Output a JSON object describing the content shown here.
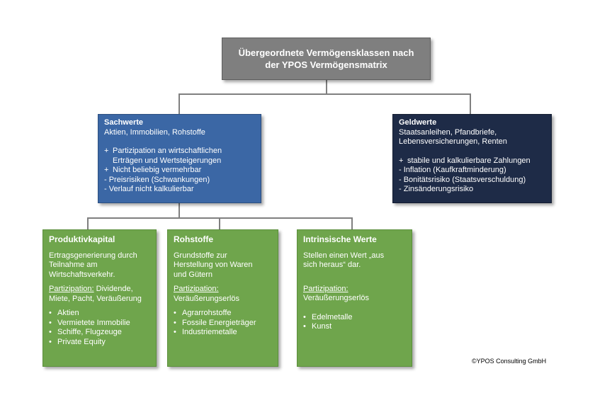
{
  "root": {
    "title_line1": "Übergeordnete Vermögensklassen nach",
    "title_line2": "der YPOS Vermögensmatrix"
  },
  "sachwerte": {
    "title": "Sachwerte",
    "subtitle": "Aktien, Immobilien, Rohstoffe",
    "pros": [
      {
        "marker": "+",
        "line1": "Partizipation an wirtschaftlichen",
        "line2": "Erträgen und  Wertsteigerungen"
      },
      {
        "marker": "+",
        "line1": "Nicht beliebig vermehrbar"
      }
    ],
    "cons": [
      "- Preisrisiken (Schwankungen)",
      "- Verlauf nicht kalkulierbar"
    ]
  },
  "geldwerte": {
    "title": "Geldwerte",
    "subtitle_line1": "Staatsanleihen, Pfandbriefe,",
    "subtitle_line2": "Lebensversicherungen, Renten",
    "pros": [
      {
        "marker": "+",
        "line1": "stabile und kalkulierbare Zahlungen"
      }
    ],
    "cons": [
      "- Inflation (Kaufkraftminderung)",
      "- Bonitätsrisiko (Staatsverschuldung)",
      "- Zinsänderungsrisiko"
    ]
  },
  "produktivkapital": {
    "title": "Produktivkapital",
    "desc": [
      "Ertragsgenerierung durch",
      "Teilnahme am",
      "Wirtschaftsverkehr."
    ],
    "partizipation_label": "Partizipation:",
    "partizipation_rest": " Dividende,",
    "partizipation_line2": "Miete, Pacht, Veräußerung",
    "items": [
      "Aktien",
      "Vermietete Immobilie",
      "Schiffe, Flugzeuge",
      "Private Equity"
    ]
  },
  "rohstoffe": {
    "title": "Rohstoffe",
    "desc": [
      "Grundstoffe zur",
      "Herstellung von Waren",
      "und Gütern"
    ],
    "partizipation_label": "Partizipation:",
    "partizipation_line2": "Veräußerungserlös",
    "items": [
      "Agrarrohstoffe",
      "Fossile Energieträger",
      "Industriemetalle"
    ]
  },
  "intrinsisch": {
    "title": "Intrinsische Werte",
    "desc": [
      "Stellen einen Wert „aus",
      "sich heraus“ dar."
    ],
    "partizipation_label": "Partizipation:",
    "partizipation_line2": "Veräußerungserlös",
    "items": [
      "Edelmetalle",
      "Kunst"
    ]
  },
  "bullet": "•",
  "copyright": "©YPOS Consulting GmbH"
}
